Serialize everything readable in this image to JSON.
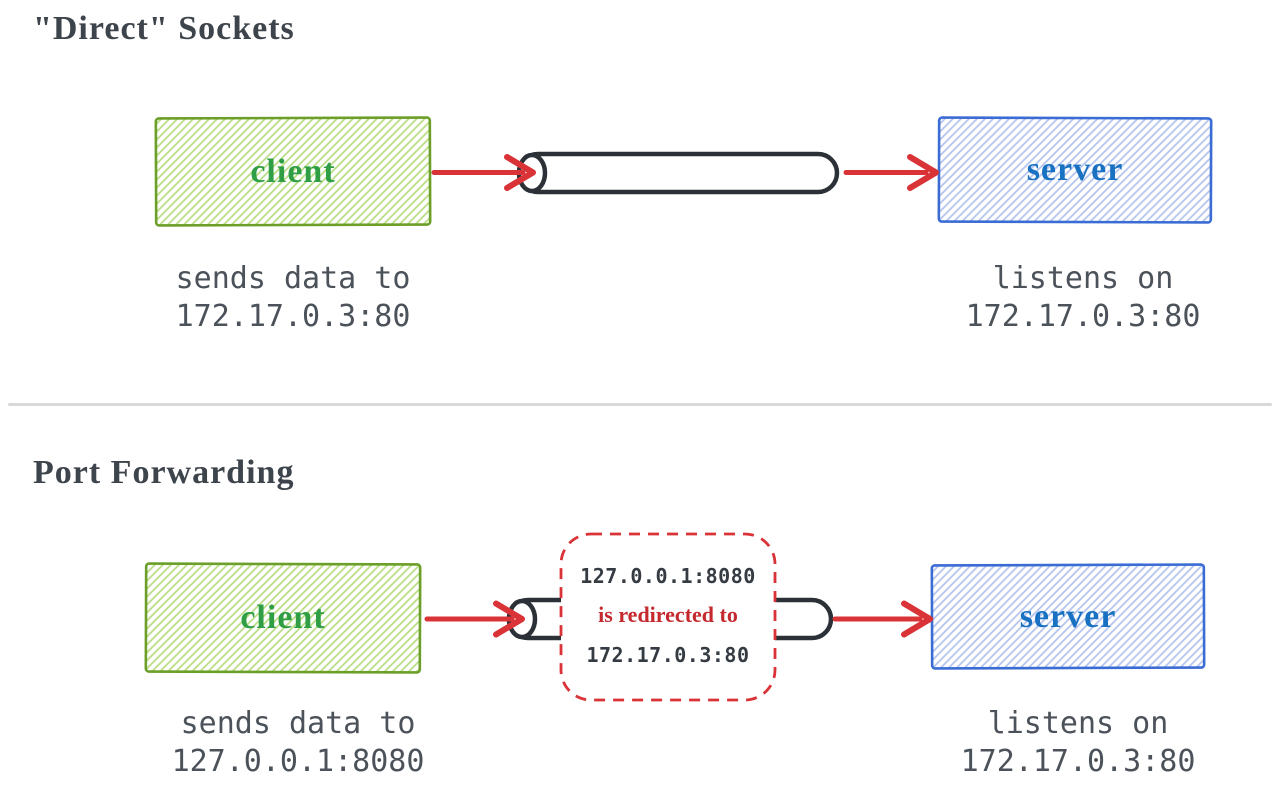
{
  "palette": {
    "background": "#ffffff",
    "ink_dark": "#2b3137",
    "text_slate": "#3e444c",
    "caption_gray": "#4c525a",
    "arrow_red": "#da3337",
    "redirect_red": "#c4292e",
    "client_border_green": "#6b9f28",
    "client_hatch_green": "#badc85",
    "client_text_green": "#2f9e44",
    "server_border_blue": "#3b6cd4",
    "server_hatch_blue": "#b5c4ee",
    "server_text_blue": "#1971c2"
  },
  "sections": [
    {
      "title": "\"Direct\" Sockets",
      "client": {
        "label": "client",
        "caption_line1": "sends data to",
        "caption_line2": "172.17.0.3:80"
      },
      "server": {
        "label": "server",
        "caption_line1": "listens on",
        "caption_line2": "172.17.0.3:80"
      }
    },
    {
      "title": "Port Forwarding",
      "client": {
        "label": "client",
        "caption_line1": "sends data to",
        "caption_line2": "127.0.0.1:8080"
      },
      "server": {
        "label": "server",
        "caption_line1": "listens on",
        "caption_line2": "172.17.0.3:80"
      },
      "redirect": {
        "line1": "127.0.0.1:8080",
        "line2": "is redirected to",
        "line3": "172.17.0.3:80"
      }
    }
  ]
}
